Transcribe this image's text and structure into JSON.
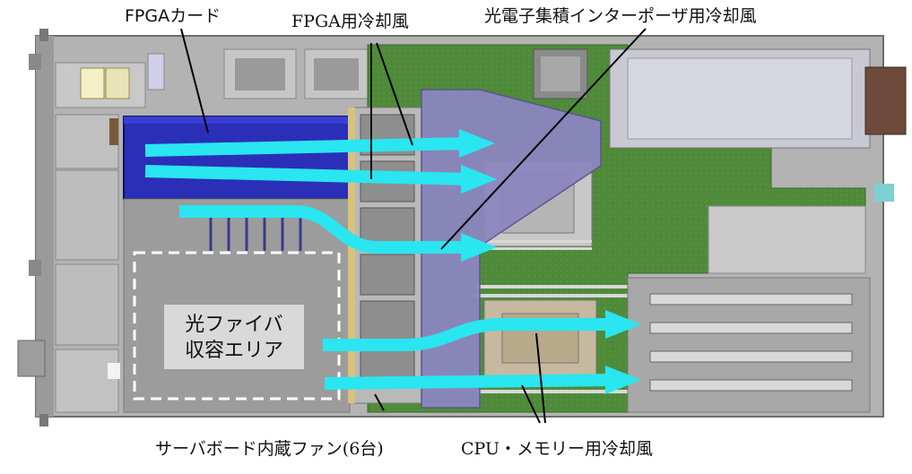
{
  "labels": {
    "fpga_card": "FPGAカード",
    "fpga_cooling": "FPGA用冷却風",
    "interposer_cooling": "光電子集積インターポーザ用冷却風",
    "fiber_area_line1": "光ファイバ",
    "fiber_area_line2": "収容エリア",
    "server_fans": "サーバボード内蔵ファン(6台)",
    "cpu_mem_cooling": "CPU・メモリー用冷却風"
  },
  "colors": {
    "airflow_arrow": "#29e6f0",
    "fpga_card": "#2b2fb8",
    "interposer": "#8c86c0",
    "motherboard": "#4f8a3a",
    "chassis": "#a8a8a8",
    "fiber_box_label_bg": "#d9d9d9"
  }
}
